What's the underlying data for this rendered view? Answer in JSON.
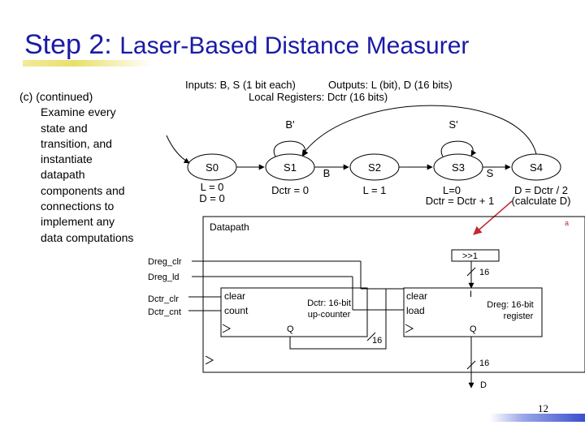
{
  "slide": {
    "title_step": "Step 2:",
    "title_main": "Laser-Based Distance Measurer",
    "page_number": "12"
  },
  "notes": [
    "(c) (continued)",
    "Examine every",
    "state and",
    "transition, and",
    "instantiate",
    "datapath",
    "components and",
    "connections to",
    "implement any",
    "data computations"
  ],
  "fsm": {
    "inputs": "Inputs: B, S (1 bit each)",
    "outputs": "Outputs: L (bit), D (16 bits)",
    "registers": "Local Registers: Dctr (16 bits)",
    "states": [
      "S0",
      "S1",
      "S2",
      "S3",
      "S4"
    ],
    "edge_labels": {
      "top_b": "B'",
      "top_s": "S'",
      "b": "B",
      "s": "S"
    },
    "s0_actions": [
      "L = 0",
      "D = 0"
    ],
    "s1_action": "Dctr = 0",
    "s2_action": "L = 1",
    "s3_actions": [
      "L=0",
      "Dctr = Dctr + 1"
    ],
    "s4_actions": [
      "D = Dctr / 2",
      "(calculate D)"
    ],
    "marker": "a"
  },
  "datapath": {
    "title": "Datapath",
    "signals": [
      "Dreg_clr",
      "Dreg_ld",
      "Dctr_clr",
      "Dctr_cnt"
    ],
    "counter": {
      "clear": "clear",
      "count": "count",
      "name": "Dctr: 16-bit",
      "kind": "up-counter",
      "q": "Q"
    },
    "register": {
      "clear": "clear",
      "load": "load",
      "name": "Dreg: 16-bit",
      "kind": "register",
      "i": "I",
      "q": "Q"
    },
    "shifter": ">>1",
    "widths": {
      "w1": "16",
      "w2": "16",
      "w3": "16"
    },
    "output": "D"
  }
}
